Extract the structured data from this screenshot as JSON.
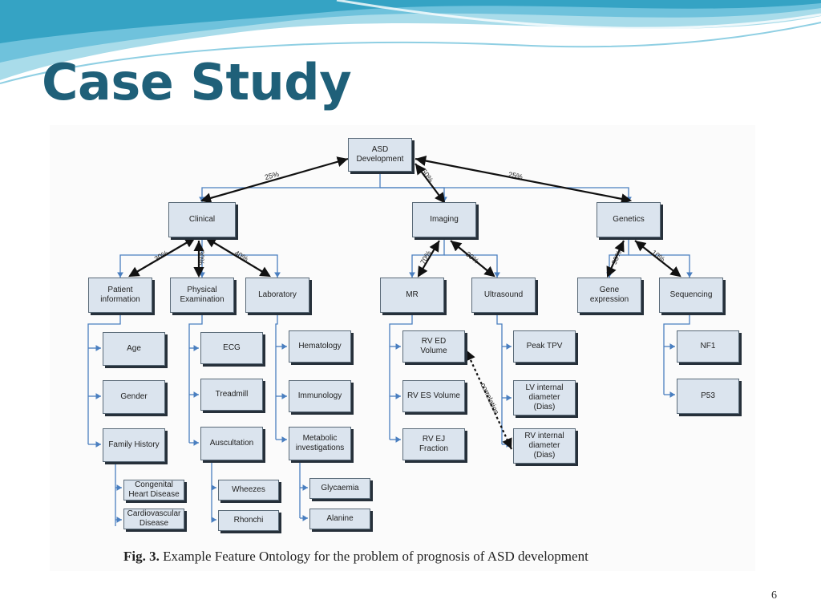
{
  "slide": {
    "title": "Case Study",
    "page_number": "6"
  },
  "figure": {
    "caption_label": "Fig. 3.",
    "caption_text": "Example Feature Ontology for the problem of prognosis of ASD development",
    "nodes": {
      "root": "ASD\nDevelopment",
      "clinical": "Clinical",
      "imaging": "Imaging",
      "genetics": "Genetics",
      "patient_info": "Patient\ninformation",
      "physical_exam": "Physical\nExamination",
      "laboratory": "Laboratory",
      "mr": "MR",
      "ultrasound": "Ultrasound",
      "gene_expression": "Gene\nexpression",
      "sequencing": "Sequencing",
      "age": "Age",
      "gender": "Gender",
      "family_history": "Family History",
      "congenital": "Congenital\nHeart Disease",
      "cardiovascular": "Cardiovascular\nDisease",
      "ecg": "ECG",
      "treadmill": "Treadmill",
      "auscultation": "Auscultation",
      "wheezes": "Wheezes",
      "rhonchi": "Rhonchi",
      "hematology": "Hematology",
      "immunology": "Immunology",
      "metabolic": "Metabolic\ninvestigations",
      "glycaemia": "Glycaemia",
      "alanine": "Alanine",
      "rv_ed": "RV ED\nVolume",
      "rv_es": "RV ES Volume",
      "rv_ej": "RV EJ\nFraction",
      "peak_tpv": "Peak TPV",
      "lv_internal": "LV internal\ndiameter\n(Dias)",
      "rv_internal": "RV internal\ndiameter\n(Dias)",
      "nf1": "NF1",
      "p53": "P53"
    },
    "weights": {
      "root_clinical": "25%",
      "root_imaging": "50%",
      "root_genetics": "25%",
      "clinical_patient": "30%",
      "clinical_physical": "30%",
      "clinical_laboratory": "40%",
      "imaging_mr": "70%",
      "imaging_ultrasound": "30%",
      "genetics_gene": "90%",
      "genetics_sequencing": "10%",
      "correlation_label": "correlation"
    },
    "colors": {
      "node_fill": "#dbe4ee",
      "connector": "#4a7fc0",
      "arrow": "#111111",
      "title": "#1f6079"
    }
  }
}
